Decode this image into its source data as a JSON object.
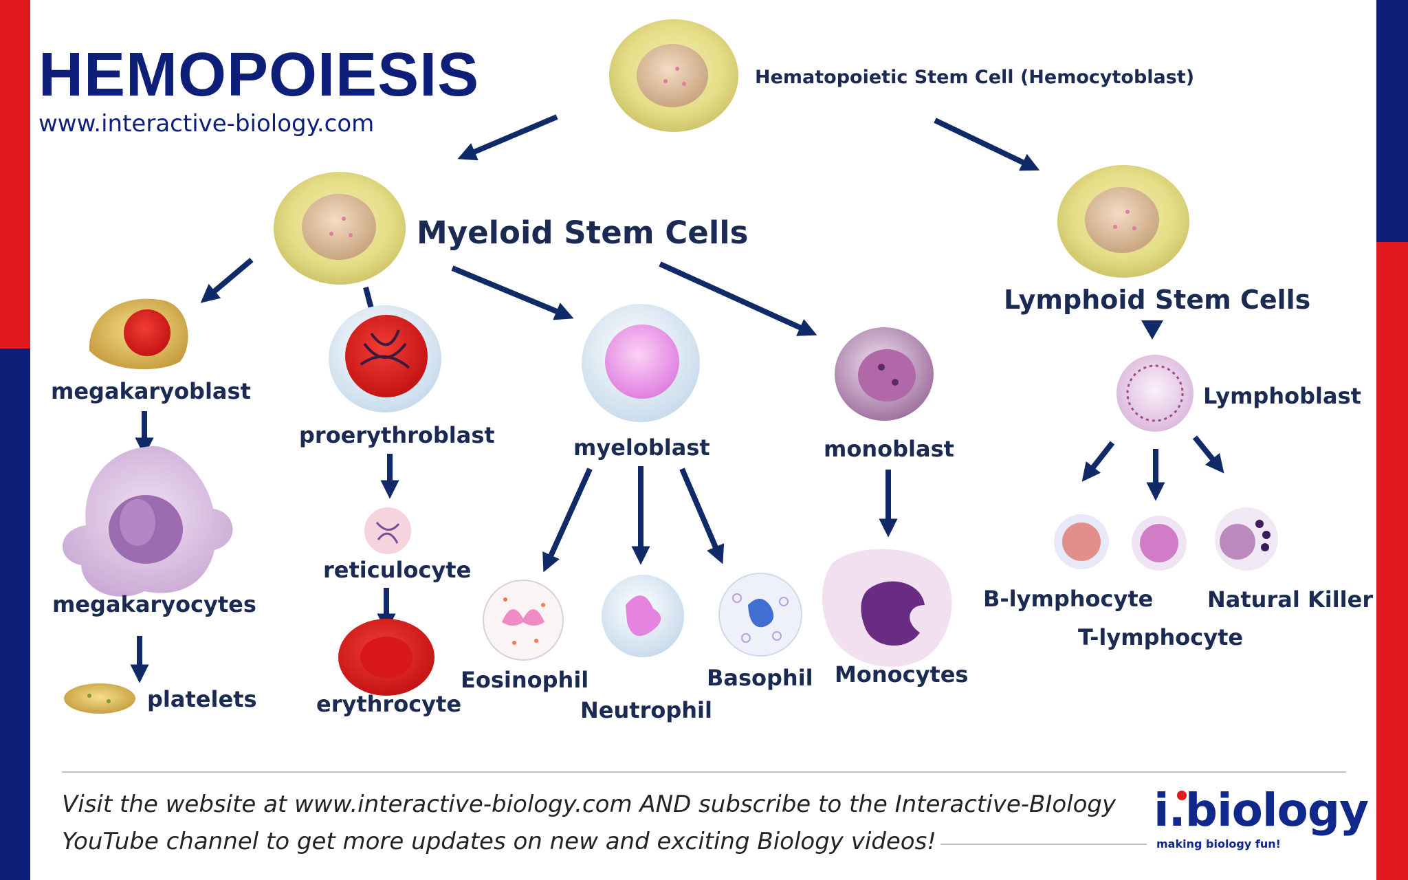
{
  "title": "HEMOPOIESIS",
  "site": "www.interactive-biology.com",
  "colors": {
    "navy": "#0d1f78",
    "red_bar": "#e0191c",
    "arrow": "#0f2a66",
    "label": "#1a2a52"
  },
  "labels": {
    "hsc": "Hematopoietic  Stem Cell (Hemocytoblast)",
    "myeloid": "Myeloid Stem Cells",
    "lymphoid": "Lymphoid Stem Cells",
    "megakaryoblast": "megakaryoblast",
    "megakaryocytes": "megakaryocytes",
    "platelets": "platelets",
    "proerythroblast": "proerythroblast",
    "reticulocyte": "reticulocyte",
    "erythrocyte": "erythrocyte",
    "myeloblast": "myeloblast",
    "eosinophil": "Eosinophil",
    "neutrophil": "Neutrophil",
    "basophil": "Basophil",
    "monoblast": "monoblast",
    "monocytes": "Monocytes",
    "lymphoblast": "Lymphoblast",
    "b_lymphocyte": "B-lymphocyte",
    "t_lymphocyte": "T-lymphocyte",
    "natural_killer": "Natural Killer"
  },
  "footer": {
    "line1": "Visit the website at www.interactive-biology.com AND subscribe to the Interactive-BIology",
    "line2": "YouTube channel to get more updates on new and exciting Biology videos!"
  },
  "logo": {
    "text": "i.biology",
    "tagline": "making biology fun!"
  }
}
